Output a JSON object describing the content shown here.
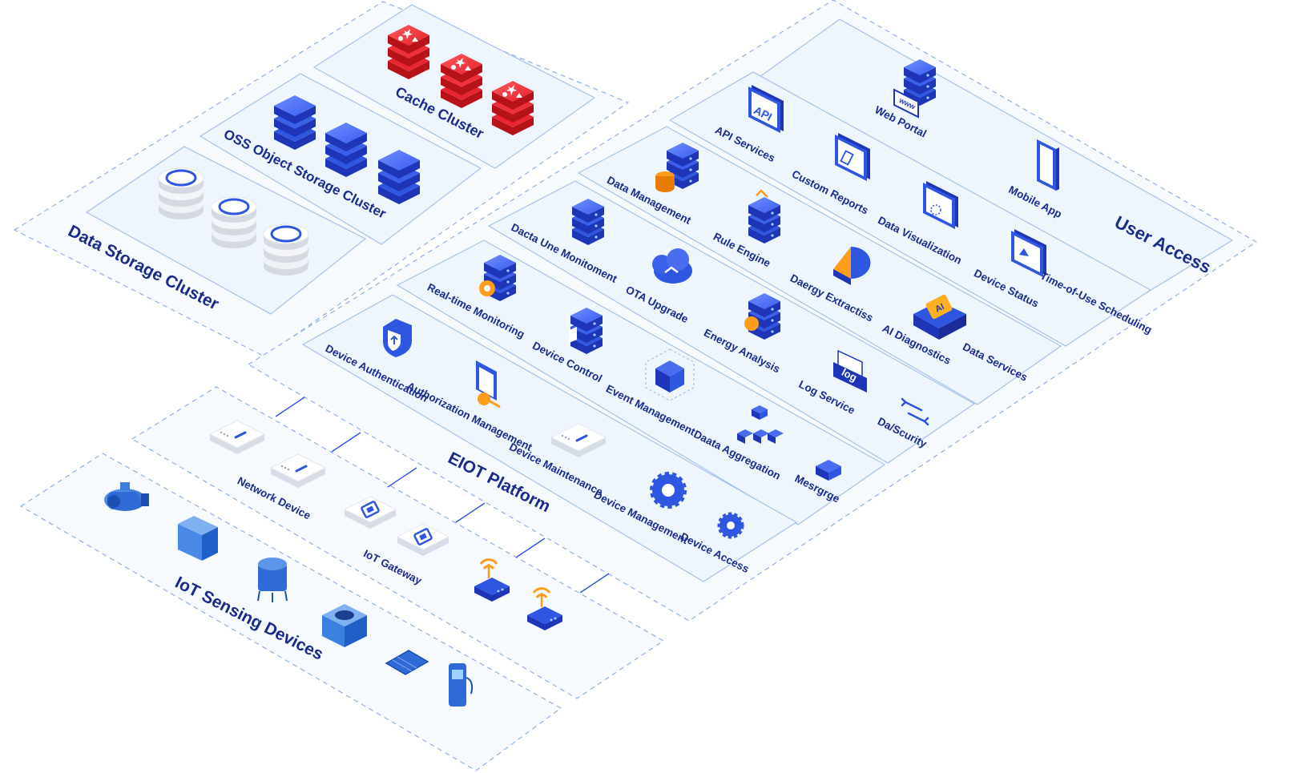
{
  "colors": {
    "primary_blue": "#2f56e0",
    "dark_blue": "#1b2c8f",
    "cache_red": "#e8262f",
    "panel_fill": "#f3f8fd",
    "panel_stroke": "#9ab7e6"
  },
  "zones": {
    "data_storage": {
      "data_storage_cluster": "Data Storage Cluster",
      "oss_cluster": "OSS Object Storage Cluster",
      "cache_cluster": "Cache Cluster"
    },
    "user_access": {
      "title": "User Access",
      "web_portal": "Web Portal",
      "mobile_app": "Mobile App"
    },
    "data_services": {
      "title": "Data Services",
      "api_services": "API Services",
      "custom_reports": "Custom Reports",
      "data_visualization": "Data Visualization",
      "device_status": "Device Status",
      "time_of_use": "Time-of-Use Scheduling",
      "data_management": "Data Management",
      "rule_engine": "Rule Engine",
      "energy_extraction": "Daergy Extractiss",
      "ai_diagnostics": "AI Diagnostics",
      "data_monitoring": "Dacta Une Monitoment",
      "ota_upgrade": "OTA Upgrade",
      "energy_analysis": "Energy Analysis",
      "log_service": "Log Service",
      "data_security": "Da/Scurity",
      "realtime_monitoring": "Real-time Monitoring",
      "device_control": "Device Control",
      "event_management": "Event Management",
      "data_aggregation": "Daata Aggregation",
      "message": "Mesrgrge"
    },
    "eiot_platform": {
      "title": "EIOT Platform",
      "device_authentication": "Device Authentication",
      "authorization_management": "Authorization Management",
      "device_maintenance": "Device Maintenance",
      "device_management": "Device Management",
      "device_access": "Device Access",
      "network_device": "Network Device",
      "iot_gateway": "IoT Gateway"
    },
    "iot_sensing": {
      "title": "IoT Sensing Devices"
    }
  },
  "icons": {
    "api": "API",
    "www": "www",
    "log": "log",
    "ai": "AI"
  }
}
